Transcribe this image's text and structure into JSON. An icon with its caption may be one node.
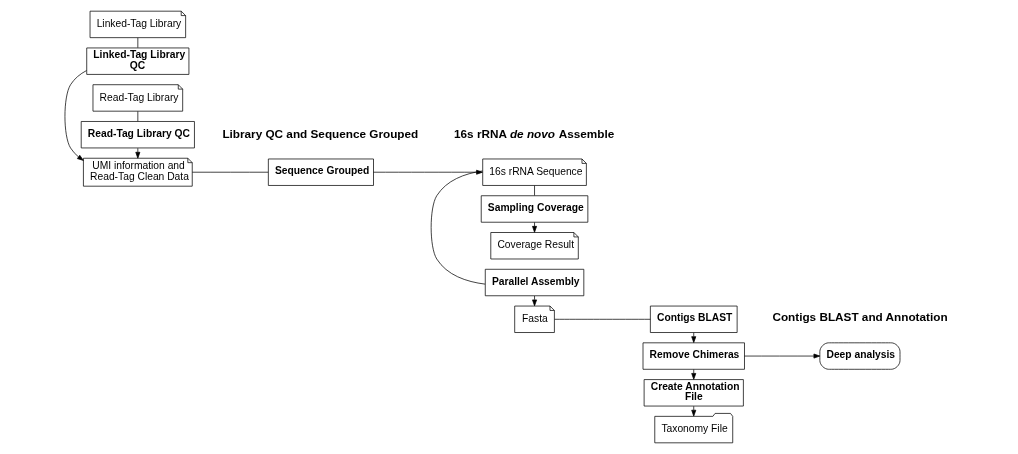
{
  "diagram": {
    "nodes": [
      {
        "text": [
          "Linked-Tag Library"
        ]
      },
      {
        "text": [
          "Linked-Tag Library QC"
        ]
      },
      {
        "text": [
          "UMI information and Read-Tag Clean Data"
        ]
      },
      {
        "text": [
          "Read-Tag Library QC"
        ]
      },
      {
        "text": [
          "Read-Tag Library"
        ]
      },
      {
        "text": [
          "Sequence Grouped"
        ]
      },
      {
        "text": [
          "16s rRNA Sequence"
        ]
      },
      {
        "text": [
          "Parallel Assembly"
        ]
      },
      {
        "text": [
          "Fasta"
        ]
      },
      {
        "text": [
          "Sampling Coverage"
        ]
      },
      {
        "text": [
          "Coverage Result"
        ]
      },
      {
        "text": [
          "Contigs BLAST"
        ]
      },
      {
        "text": [
          "Remove Chimeras"
        ]
      },
      {
        "text": [
          "Create Annotation File"
        ]
      },
      {
        "text": [
          "Taxonomy File"
        ]
      },
      {
        "text": [
          "Deep analysis"
        ]
      }
    ],
    "edges": [
      {
        "from": 0,
        "to": 1,
        "arrow": "none"
      },
      {
        "from": 1,
        "to": 2,
        "arrow": "to"
      },
      {
        "from": 4,
        "to": 3,
        "arrow": "none"
      },
      {
        "from": 3,
        "to": 2,
        "arrow": "to"
      },
      {
        "from": 2,
        "to": 5,
        "arrow": "none"
      },
      {
        "from": 5,
        "to": 6,
        "arrow": "to"
      },
      {
        "from": 6,
        "to": 7,
        "arrow": "none"
      },
      {
        "from": 7,
        "to": 8,
        "arrow": "to"
      },
      {
        "from": 6,
        "to": 9,
        "arrow": "none"
      },
      {
        "from": 9,
        "to": 10,
        "arrow": "to"
      },
      {
        "from": 8,
        "to": 11,
        "arrow": "none"
      },
      {
        "from": 11,
        "to": 12,
        "arrow": "to"
      },
      {
        "from": 12,
        "to": 13,
        "arrow": "to"
      },
      {
        "from": 13,
        "to": 14,
        "arrow": "to"
      },
      {
        "from": 12,
        "to": 15,
        "arrow": "to"
      }
    ],
    "labels": [
      "Library QC and Sequence Grouped",
      "16s rRNA *de novo* Assemble",
      "Contigs BLAST and Annotation"
    ]
  }
}
